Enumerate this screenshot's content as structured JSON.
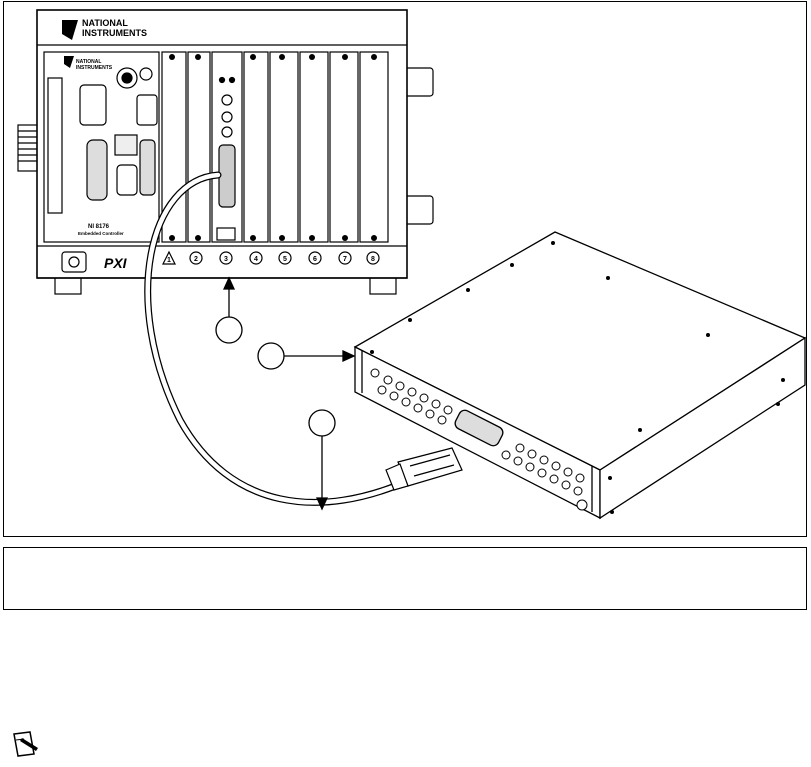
{
  "figure": {
    "chassis_brand": [
      "NATIONAL",
      "INSTRUMENTS"
    ],
    "module_brand": [
      "NATIONAL",
      "INSTRUMENTS"
    ],
    "controller_model": "NI 8176",
    "controller_caption": "Embedded Controller",
    "pxi_logo": "PXI",
    "slot_numbers": [
      "1",
      "2",
      "3",
      "4",
      "5",
      "6",
      "7",
      "8"
    ],
    "callouts": [
      {
        "id": "1",
        "label": ""
      },
      {
        "id": "2",
        "label": ""
      },
      {
        "id": "3",
        "label": ""
      }
    ]
  },
  "legend": {
    "items": []
  },
  "note": {
    "icon": "note-pencil-icon"
  }
}
